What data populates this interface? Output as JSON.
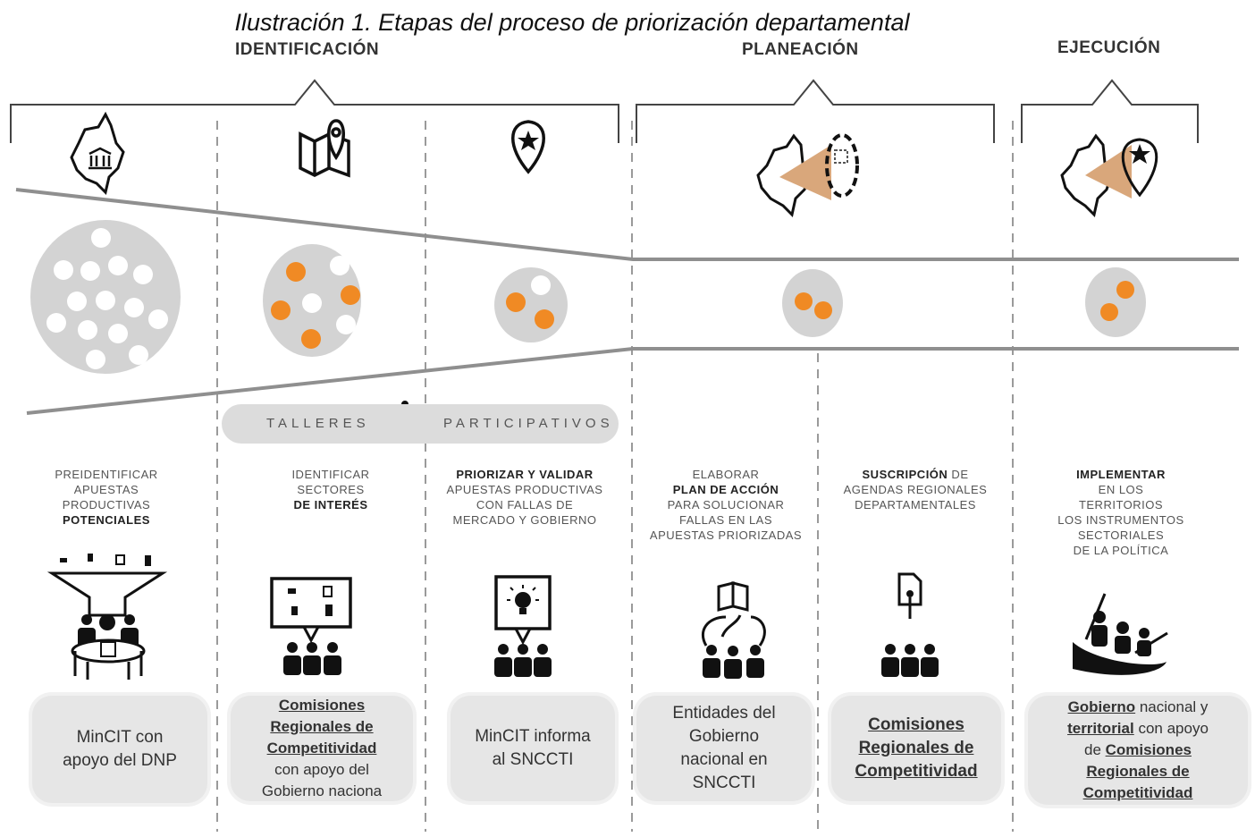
{
  "caption": "Ilustración 1. Etapas del proceso de priorización departamental",
  "phases": {
    "identificacion": "IDENTIFICACIÓN",
    "planeacion": "PLANEACIÓN",
    "ejecucion": "EJECUCIÓN"
  },
  "talleres": {
    "left": "TALLERES",
    "right": "PARTICIPATIVOS"
  },
  "steps": [
    {
      "lines": [
        {
          "t": "PREIDENTIFICAR"
        },
        {
          "t": "APUESTAS"
        },
        {
          "t": "PRODUCTIVAS"
        },
        {
          "t": "POTENCIALES",
          "b": true
        }
      ]
    },
    {
      "lines": [
        {
          "t": "IDENTIFICAR"
        },
        {
          "t": "SECTORES"
        },
        {
          "t": "DE INTERÉS",
          "b": true
        }
      ]
    },
    {
      "lines": [
        {
          "t": "PRIORIZAR Y VALIDAR",
          "b": true
        },
        {
          "t": "APUESTAS PRODUCTIVAS"
        },
        {
          "t": "CON FALLAS DE"
        },
        {
          "t": "MERCADO Y  GOBIERNO"
        }
      ]
    },
    {
      "lines": [
        {
          "t": "ELABORAR"
        },
        {
          "t": "PLAN DE ACCIÓN",
          "b": true
        },
        {
          "t": "PARA SOLUCIONAR"
        },
        {
          "t": "FALLAS EN LAS"
        },
        {
          "t": "APUESTAS PRIORIZADAS"
        }
      ]
    },
    {
      "lines": [
        {
          "t": "SUSCRIPCIÓN",
          "b": true,
          "tail": " DE"
        },
        {
          "t": "AGENDAS REGIONALES"
        },
        {
          "t": "DEPARTAMENTALES"
        }
      ]
    },
    {
      "lines": [
        {
          "t": "IMPLEMENTAR",
          "b": true
        },
        {
          "t": "EN LOS"
        },
        {
          "t": "TERRITORIOS"
        },
        {
          "t": "LOS INSTRUMENTOS"
        },
        {
          "t": "SECTORIALES"
        },
        {
          "t": "DE LA POLÍTICA"
        }
      ]
    }
  ],
  "actors": [
    {
      "lines": [
        {
          "t": "MinCIT con"
        },
        {
          "t": "apoyo del DNP"
        }
      ]
    },
    {
      "lines": [
        {
          "t": "Comisiones",
          "u": true
        },
        {
          "t": "Regionales de",
          "u": true
        },
        {
          "t": "Competitividad",
          "u": true
        },
        {
          "t": "con apoyo del"
        },
        {
          "t": "Gobierno naciona"
        }
      ]
    },
    {
      "lines": [
        {
          "t": "MinCIT informa"
        },
        {
          "t": "al SNCCTI"
        }
      ]
    },
    {
      "lines": [
        {
          "t": "Entidades del"
        },
        {
          "t": "Gobierno"
        },
        {
          "t": "nacional en"
        },
        {
          "t": "SNCCTI"
        }
      ]
    },
    {
      "lines": [
        {
          "t": "Comisiones",
          "u": true
        },
        {
          "t": "Regionales de",
          "u": true
        },
        {
          "t": "Competitividad",
          "u": true
        }
      ]
    },
    {
      "lines": [
        {
          "parts": [
            {
              "t": "Gobierno",
              "u": true
            },
            {
              "t": " nacional y"
            }
          ]
        },
        {
          "parts": [
            {
              "t": "territorial",
              "u": true
            },
            {
              "t": " con apoyo"
            }
          ]
        },
        {
          "parts": [
            {
              "t": "de "
            },
            {
              "t": "Comisiones",
              "u": true
            }
          ]
        },
        {
          "t": "Regionales de",
          "u": true
        },
        {
          "t": "Competitividad",
          "u": true
        }
      ]
    }
  ],
  "icons": [
    "map-museum-icon",
    "map-pin-icon",
    "star-pin-icon",
    "map-plan-icon",
    "map-star-pin-icon",
    "funnel-meeting-icon",
    "presentation-ideas-icon",
    "presentation-lightbulb-icon",
    "book-discussion-icon",
    "document-signature-icon",
    "rafting-team-icon",
    "participation-hands-icon"
  ],
  "colors": {
    "orange": "#f08a24",
    "circle": "#d3d3d3",
    "line": "#8f8f8f",
    "map_fill": "#d9a77b"
  }
}
